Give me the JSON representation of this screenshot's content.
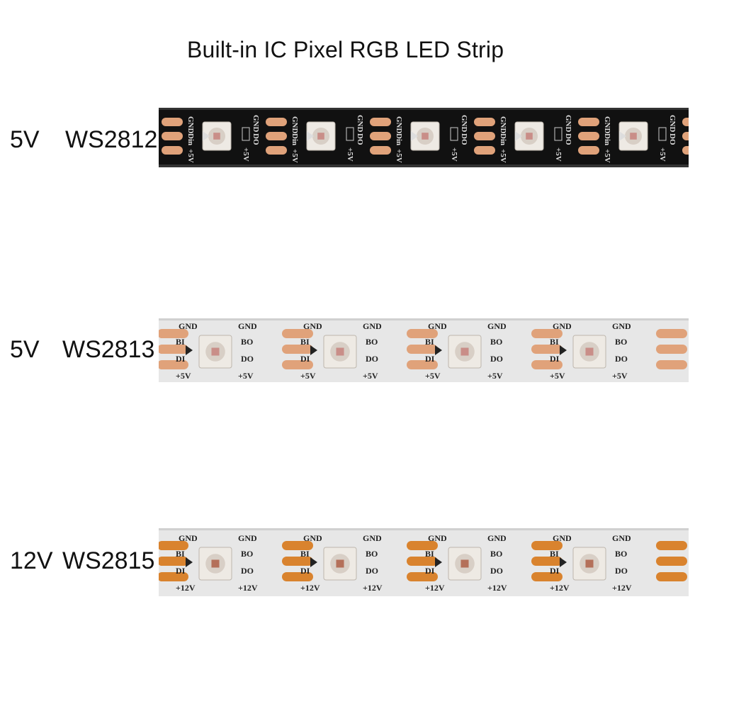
{
  "title": "Built-in IC Pixel RGB LED Strip",
  "colors": {
    "pad": "#e0a27a",
    "pad_orange": "#d9832e",
    "pcb_black": "#111111",
    "pcb_white": "#e7e7e7",
    "led_body": "#eeeae4",
    "led_chip": "#c98e88"
  },
  "rows": [
    {
      "voltage": "5V",
      "model": "WS2812",
      "pcb": "black",
      "silk": {
        "gnd": "GND",
        "din": "Din",
        "do": "DO",
        "v": "+5V"
      },
      "led_count": 5
    },
    {
      "voltage": "5V",
      "model": "WS2813",
      "pcb": "white",
      "silk": {
        "gnd": "GND",
        "bi": "BI",
        "di": "DI",
        "bo": "BO",
        "do": "DO",
        "v": "+5V"
      },
      "led_count": 4
    },
    {
      "voltage": "12V",
      "model": "WS2815",
      "pcb": "white",
      "silk": {
        "gnd": "GND",
        "bi": "BI",
        "di": "DI",
        "bo": "BO",
        "do": "DO",
        "v": "+12V"
      },
      "led_count": 4
    }
  ]
}
